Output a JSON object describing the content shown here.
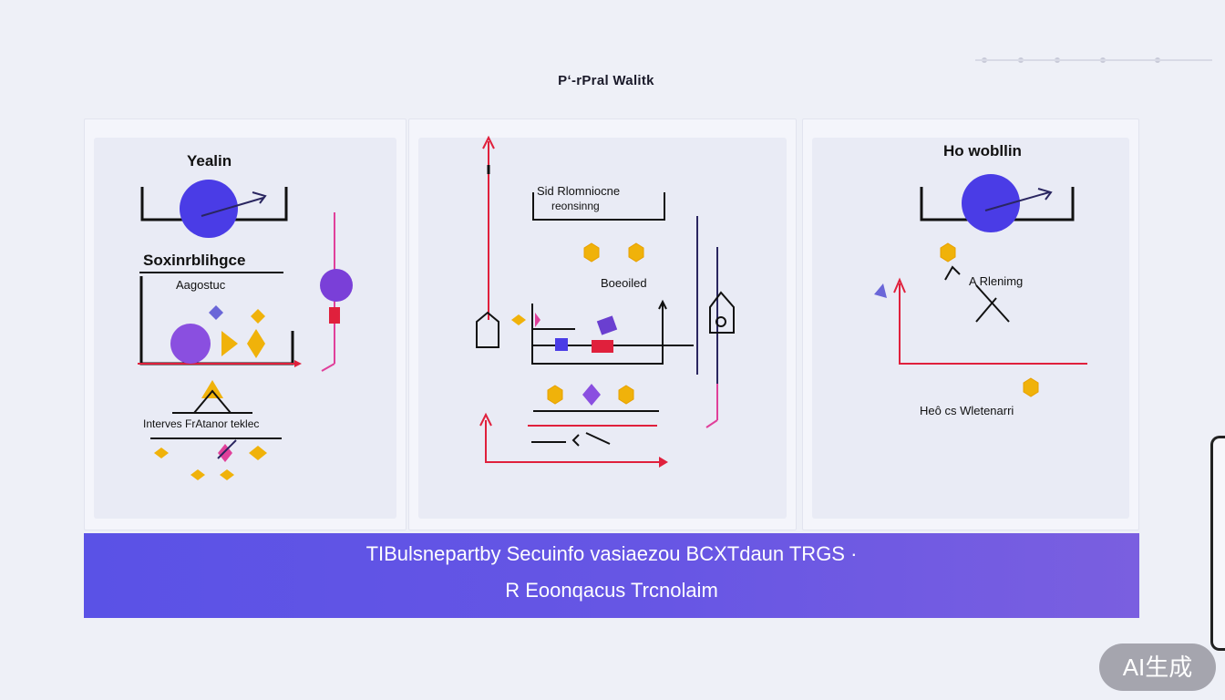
{
  "header": {
    "title": "Pʻ-rPral Walitk"
  },
  "panel_left": {
    "title": "Yealin",
    "section_label": "Soxinrblihgce",
    "sub_label": "Aagostuc",
    "bottom_label": "Interves FrAtanor teklec"
  },
  "panel_middle": {
    "box_label_line1": "Sid Rlomniocne",
    "box_label_line2": "reonsinng",
    "mid_label": "Boeoiled"
  },
  "panel_right": {
    "title": "Ho wobllin",
    "side_label": "A Rlenimg",
    "bottom_label": "Heô cs Wletenarri"
  },
  "banner": {
    "line1": "TIBulsnepartby Secuinfo vasiaezou BCXTdaun TRGS ·",
    "line2": "R  Eoonqacus Trcnolaim"
  },
  "watermark": "AI生成",
  "colors": {
    "accent_blue": "#4a3ce6",
    "purple": "#8a4fe0",
    "red": "#e0203c",
    "pink": "#e0409a",
    "gold": "#f0b20a",
    "banner": "#6154e4",
    "navy": "#2a2660"
  }
}
